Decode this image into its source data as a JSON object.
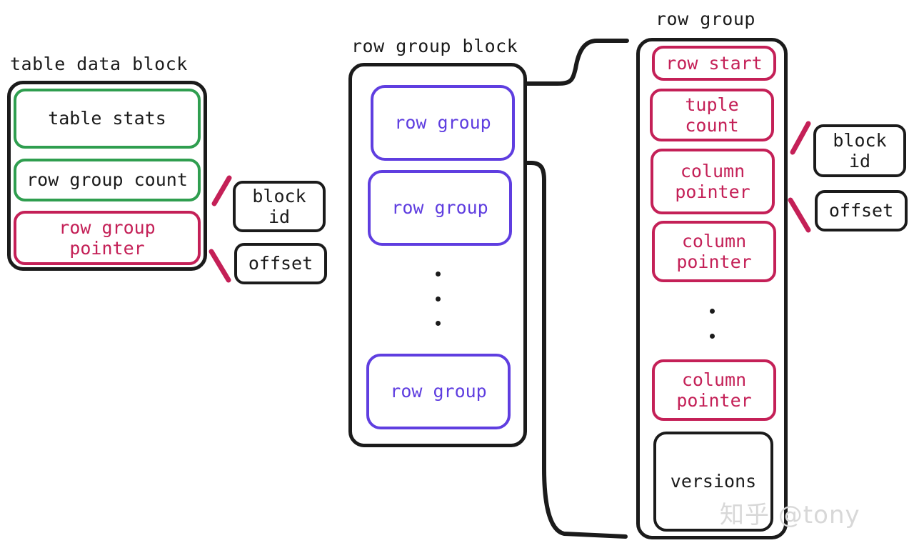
{
  "diagram": {
    "title_left": "table data block",
    "title_middle": "row group block",
    "title_right": "row group",
    "colors": {
      "black": "#1b1b1b",
      "green": "#2f9e4f",
      "crimson": "#c42057",
      "purple": "#5f3ee0",
      "background": "#ffffff",
      "watermark": "#d8d8d8"
    }
  },
  "table_data_block": {
    "label": "table data block",
    "fields": [
      {
        "text": "table stats",
        "color": "green"
      },
      {
        "text": "row group count",
        "color": "green"
      },
      {
        "text": "row group\npointer",
        "color": "crimson"
      }
    ],
    "callouts": [
      {
        "text": "block\nid"
      },
      {
        "text": "offset"
      }
    ]
  },
  "row_group_block": {
    "label": "row group block",
    "fields": [
      {
        "text": "row group",
        "color": "purple"
      },
      {
        "text": "row group",
        "color": "purple"
      },
      {
        "text": "row group",
        "color": "purple"
      }
    ],
    "ellipsis_dots": 3
  },
  "row_group": {
    "label": "row group",
    "fields": [
      {
        "text": "row start",
        "color": "crimson"
      },
      {
        "text": "tuple\ncount",
        "color": "crimson"
      },
      {
        "text": "column\npointer",
        "color": "crimson"
      },
      {
        "text": "column\npointer",
        "color": "crimson"
      },
      {
        "text": "column\npointer",
        "color": "crimson"
      },
      {
        "text": "versions",
        "color": "black"
      }
    ],
    "ellipsis_dots": 2,
    "callouts": [
      {
        "text": "block\nid"
      },
      {
        "text": "offset"
      }
    ]
  },
  "watermark": {
    "text": "知乎 @tony"
  }
}
